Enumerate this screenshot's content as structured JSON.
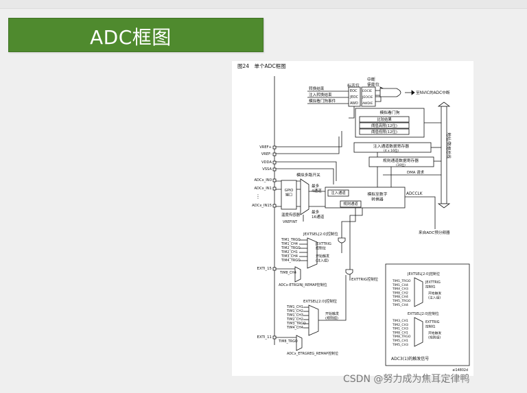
{
  "slide": {
    "title": "ADC框图",
    "watermark": "CSDN @努力成为焦耳定律鸭"
  },
  "figure": {
    "caption": "图24　单个ADC框图",
    "interrupt_header": "中断\n使能位",
    "flag_header": "标志位",
    "events": [
      "转换结束",
      "注入转换结束",
      "模拟看门狗事件"
    ],
    "flags": [
      "EOC",
      "JEOC",
      "AWD"
    ],
    "enables": [
      "EOCIE",
      "JEOCIE",
      "AWDIE"
    ],
    "nvic": "至NVIC的ADC中断",
    "watchdog": {
      "title": "模拟看门狗",
      "rows": [
        "比较结果",
        "阈值高限(12位)",
        "阈值低限(12位)"
      ]
    },
    "injected_regs": {
      "title": "注入通道数据寄存器",
      "sub": "(4 x 16位)"
    },
    "regular_regs": {
      "title": "规则通道数据寄存器",
      "sub": "(16位)"
    },
    "dma": "DMA 请求",
    "bus": "地址/数据总线",
    "adcclk": "ADCCLK",
    "prescaler": "来自ADC预分频器",
    "pins": [
      "VREF+",
      "VREF-",
      "VDDA",
      "VSSA",
      "ADCx_IN0",
      "ADCx_IN1",
      "ADCx_IN15"
    ],
    "dots": "⋮",
    "mux_label": "模拟多路开关",
    "gpio": "GPIO\n端口",
    "temp_sensor": "温度传感器",
    "vrefint": "VREFINT",
    "up_to_4": "最多\n4通道",
    "up_to_16": "最多\n16通道",
    "injected_channel": "注入通道",
    "regular_channel": "规则通道",
    "converter": "模拟至数字\n转换器",
    "jextsel": "JEXTSEL[2:0]控制位",
    "inj_triggers": [
      "TIM1_TRGO",
      "TIM1_CH4",
      "TIM2_TRGO",
      "TIM2_CH1",
      "TIM3_CH4",
      "TIM4_TRGO"
    ],
    "jexttrig": "JEXTTRIG\n控制位",
    "start_inj": "开始触发\n(注入组)",
    "exti15": "EXTI_15",
    "tim8ch4": "TIM8_CH4",
    "inj_remap": "ADCx-ETRGINJ_REMAP控制位",
    "exttrig": "EXTTRIG控制位",
    "extsel": "EXTSEL[2:0]控制位",
    "reg_triggers": [
      "TIM1_CH1",
      "TIM1_CH2",
      "TIM1_CH3",
      "TIM2_CH2",
      "TIM3_TRGO",
      "TIM4_CH4"
    ],
    "start_reg": "开始触发\n(规则组)",
    "exti11": "EXTI_11",
    "tim8trgo": "TIM8_TRGO",
    "reg_remap": "ADCx_ETRGREG_REMAP控制位",
    "adc3_jextsel": "JEXTSEL[2:0]控制位",
    "adc3_inj_triggers": [
      "TIM1_TRGO",
      "TIM1_CH4",
      "TIM4_CH3",
      "TIM8_CH2",
      "TIM8_CH4",
      "TIM5_TRGO",
      "TIM5_CH4"
    ],
    "adc3_jexttrig": "JEXTTRIG\n控制位",
    "adc3_start_inj": "开始触发\n(注入组)",
    "adc3_extsel": "EXTSEL[2:0]控制位",
    "adc3_reg_triggers": [
      "TIM3_CH1",
      "TIM2_CH3",
      "TIM1_CH3",
      "TIM8_CH1",
      "TIM8_TRGO",
      "TIM5_CH1",
      "TIM5_CH3"
    ],
    "adc3_exttrig": "EXTTRIG\n控制位",
    "adc3_start_reg": "开始触发\n(规则组)",
    "adc3_caption": "ADC3(1)的触发信号",
    "figure_id": "ai14802d"
  }
}
